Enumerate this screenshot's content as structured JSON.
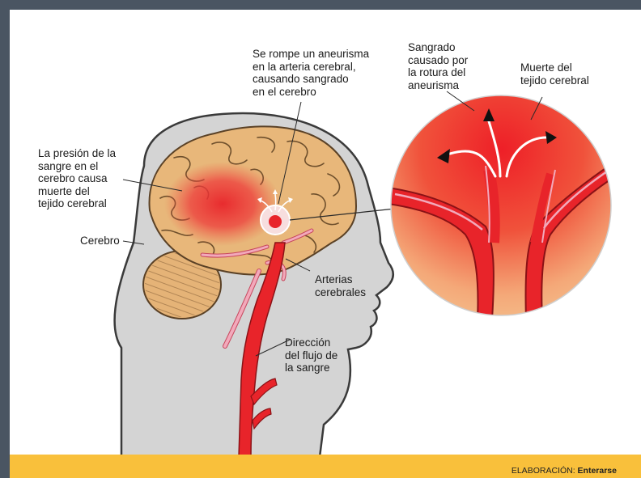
{
  "labels": {
    "aneurysm_rupture": "Se rompe un aneurisma\nen la arteria cerebral,\ncausando sangrado\nen el cerebro",
    "pressure": "La presión de la\nsangre en el\ncerebro causa\nmuerte del\ntejido cerebral",
    "brain": "Cerebro",
    "arteries": "Arterias\ncerebrales",
    "flow": "Dirección\ndel flujo de\nla sangre",
    "bleeding": "Sangrado\ncausado por\nla rotura del\naneurisma",
    "tissue_death": "Muerte del\ntejido cerebral"
  },
  "footer": {
    "credit_prefix": "ELABORACIÓN:",
    "credit_name": "Enterarse"
  },
  "colors": {
    "frame": "#4a5562",
    "head": "#d4d4d4",
    "brain": "#e8b77a",
    "blood": "#e8242a",
    "footer": "#f9c03b"
  }
}
